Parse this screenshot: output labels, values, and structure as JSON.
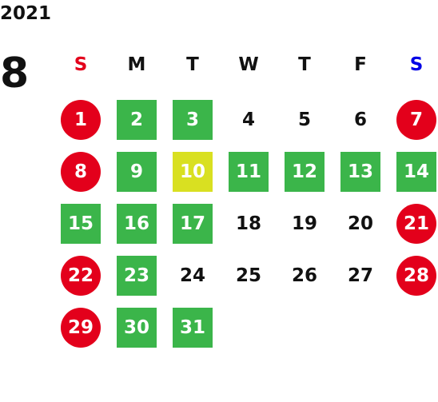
{
  "calendar": {
    "year": "2021",
    "month": "8",
    "weekdays": [
      {
        "label": "S",
        "color": "#e3001b"
      },
      {
        "label": "M",
        "color": "#111111"
      },
      {
        "label": "T",
        "color": "#111111"
      },
      {
        "label": "W",
        "color": "#111111"
      },
      {
        "label": "T",
        "color": "#111111"
      },
      {
        "label": "F",
        "color": "#111111"
      },
      {
        "label": "S",
        "color": "#0000e6"
      }
    ],
    "colors": {
      "holiday": "#e3001b",
      "open": "#3bb54a",
      "today": "#d9e021",
      "text": "#111111"
    },
    "days": [
      {
        "label": "1",
        "status": "holiday"
      },
      {
        "label": "2",
        "status": "open"
      },
      {
        "label": "3",
        "status": "open"
      },
      {
        "label": "4",
        "status": "plain"
      },
      {
        "label": "5",
        "status": "plain"
      },
      {
        "label": "6",
        "status": "plain"
      },
      {
        "label": "7",
        "status": "holiday"
      },
      {
        "label": "8",
        "status": "holiday"
      },
      {
        "label": "9",
        "status": "open"
      },
      {
        "label": "10",
        "status": "today"
      },
      {
        "label": "11",
        "status": "open"
      },
      {
        "label": "12",
        "status": "open"
      },
      {
        "label": "13",
        "status": "open"
      },
      {
        "label": "14",
        "status": "open"
      },
      {
        "label": "15",
        "status": "open"
      },
      {
        "label": "16",
        "status": "open"
      },
      {
        "label": "17",
        "status": "open"
      },
      {
        "label": "18",
        "status": "plain"
      },
      {
        "label": "19",
        "status": "plain"
      },
      {
        "label": "20",
        "status": "plain"
      },
      {
        "label": "21",
        "status": "holiday"
      },
      {
        "label": "22",
        "status": "holiday"
      },
      {
        "label": "23",
        "status": "open"
      },
      {
        "label": "24",
        "status": "plain"
      },
      {
        "label": "25",
        "status": "plain"
      },
      {
        "label": "26",
        "status": "plain"
      },
      {
        "label": "27",
        "status": "plain"
      },
      {
        "label": "28",
        "status": "holiday"
      },
      {
        "label": "29",
        "status": "holiday"
      },
      {
        "label": "30",
        "status": "open"
      },
      {
        "label": "31",
        "status": "open"
      }
    ]
  }
}
